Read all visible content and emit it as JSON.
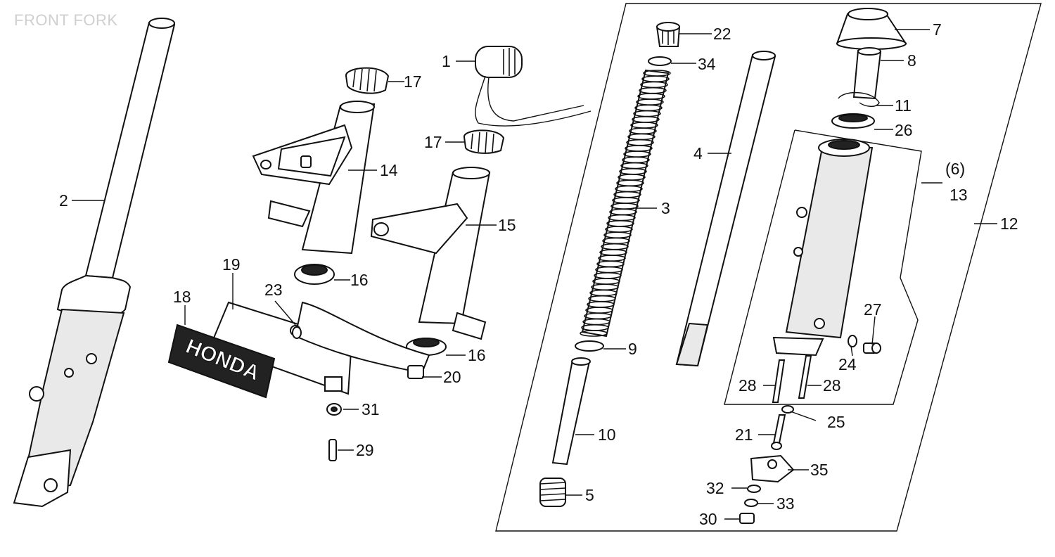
{
  "title": "FRONT FORK",
  "emblem_text": "HONDA",
  "callouts": {
    "c1": "1",
    "c2": "2",
    "c3": "3",
    "c4": "4",
    "c5": "5",
    "c6": "(6)",
    "c7": "7",
    "c8": "8",
    "c9": "9",
    "c10": "10",
    "c11": "11",
    "c12": "12",
    "c13": "13",
    "c14": "14",
    "c15": "15",
    "c16a": "16",
    "c16b": "16",
    "c17a": "17",
    "c17b": "17",
    "c18": "18",
    "c19": "19",
    "c20": "20",
    "c21": "21",
    "c22": "22",
    "c23": "23",
    "c24": "24",
    "c25": "25",
    "c26": "26",
    "c27": "27",
    "c28a": "28",
    "c28b": "28",
    "c29": "29",
    "c30": "30",
    "c31": "31",
    "c32": "32",
    "c33": "33",
    "c34": "34",
    "c35": "35"
  }
}
